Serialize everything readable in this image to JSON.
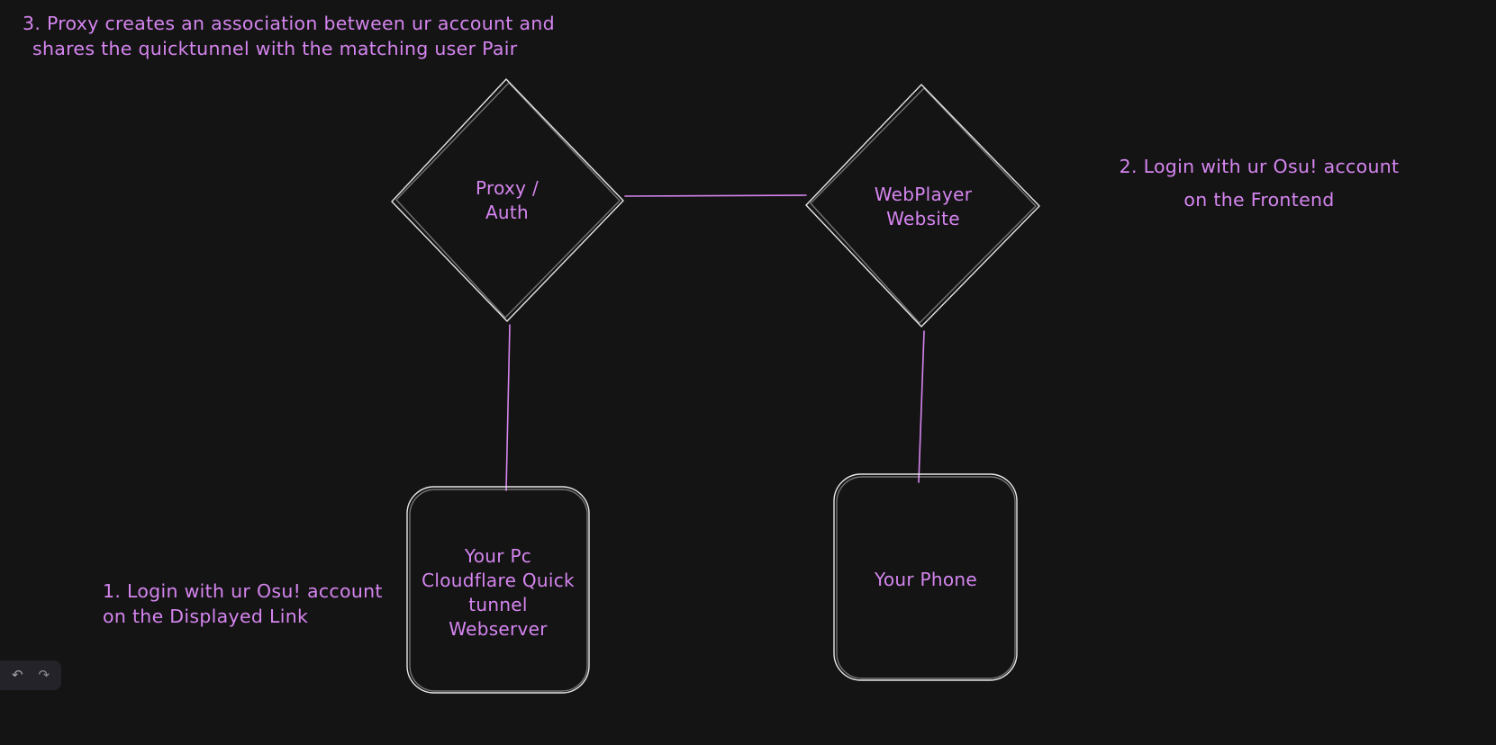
{
  "canvas": {
    "background": "#141414",
    "shape_stroke": "#e7e7e7",
    "accent": "#d585ef"
  },
  "annotations": {
    "note3": {
      "line1": "3. Proxy creates an association between ur account and",
      "line2": "shares the quicktunnel with the matching user Pair"
    },
    "note2": {
      "line1": "2. Login with ur Osu! account",
      "line2": "on the Frontend"
    },
    "note1": {
      "line1": "1. Login with ur Osu! account",
      "line2": "on the Displayed Link"
    }
  },
  "nodes": {
    "proxy_auth": {
      "label": "Proxy /\nAuth"
    },
    "webplayer": {
      "label": "WebPlayer\nWebsite"
    },
    "pc_tunnel": {
      "label": "Your Pc\nCloudflare Quick\ntunnel\nWebserver"
    },
    "phone": {
      "label": "Your Phone"
    }
  },
  "toolbar": {
    "undo": "↶",
    "redo": "↷"
  }
}
